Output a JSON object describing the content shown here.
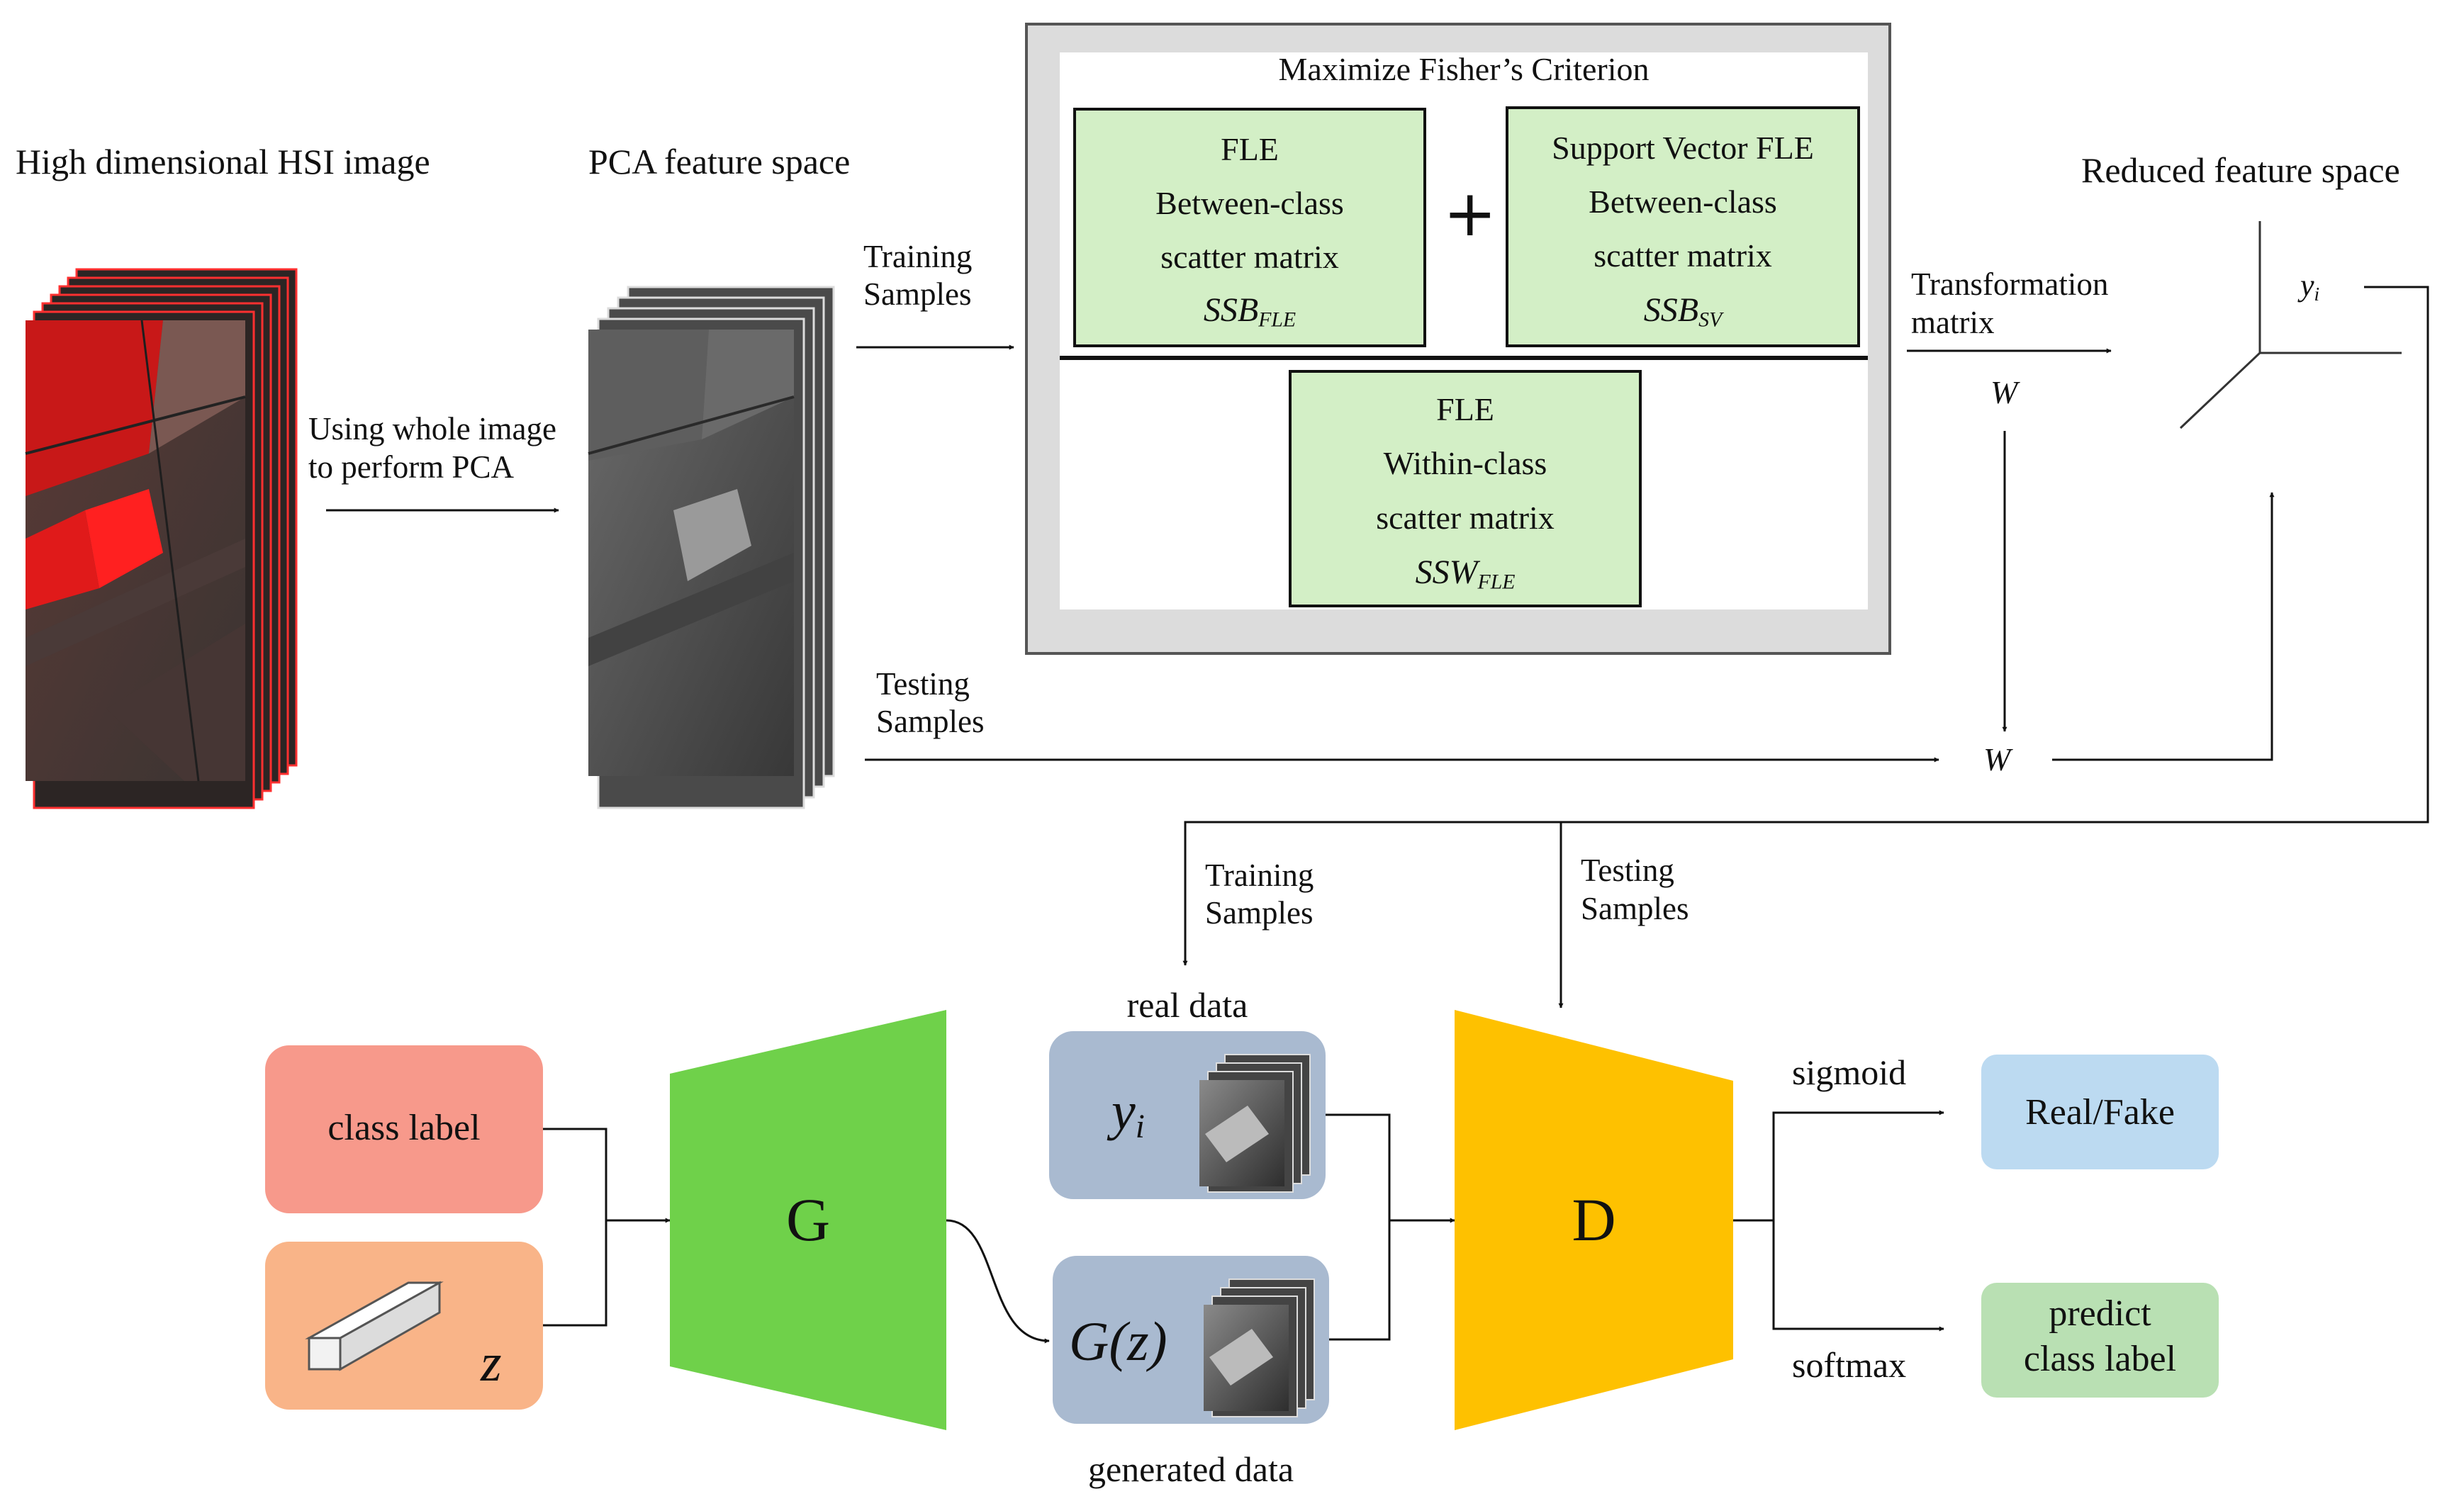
{
  "top": {
    "hsi_title": "High dimensional HSI image",
    "pca_title": "PCA feature space",
    "pca_note_line1": "Using whole image",
    "pca_note_line2": "to perform PCA",
    "training_line1": "Training",
    "training_line2": "Samples",
    "testing_line1": "Testing",
    "testing_line2": "Samples",
    "criterion_title": "Maximize Fisher’s Criterion",
    "plus": "+",
    "fle_between": {
      "line1": "FLE",
      "line2": "Between-class",
      "line3": "scatter matrix",
      "sym": "SSB",
      "sub": "FLE"
    },
    "sv_between": {
      "line1": "Support Vector FLE",
      "line2": "Between-class",
      "line3": "scatter matrix",
      "sym": "SSB",
      "sub": "SV"
    },
    "fle_within": {
      "line1": "FLE",
      "line2": "Within-class",
      "line3": "scatter matrix",
      "sym": "SSW",
      "sub": "FLE"
    },
    "transform_line1": "Transformation",
    "transform_line2": "matrix",
    "w_symbol": "W",
    "w_symbol_2": "W",
    "reduced_title": "Reduced feature space",
    "yi_sym": "y",
    "yi_sub": "i"
  },
  "bottom": {
    "training_line1": "Training",
    "training_line2": "Samples",
    "testing_line1": "Testing",
    "testing_line2": "Samples",
    "class_label": "class label",
    "z_sym": "z",
    "g_label": "G",
    "real_data": "real data",
    "real_sym": "y",
    "real_sub": "i",
    "gen_sym": "G(z)",
    "generated_data": "generated data",
    "d_label": "D",
    "sigmoid": "sigmoid",
    "softmax": "softmax",
    "real_fake": "Real/Fake",
    "predict_line1": "predict",
    "predict_line2": "class label"
  },
  "colors": {
    "class_label_box": "#f7998b",
    "z_box": "#f9b488",
    "generator": "#6fd14a",
    "discriminator": "#fec100",
    "data_box": "#a9bad0",
    "real_fake_box": "#bcdaf1",
    "predict_box": "#b9e0b3",
    "matrix_box": "#d3efc6",
    "hsi_red": "#ff2020"
  }
}
